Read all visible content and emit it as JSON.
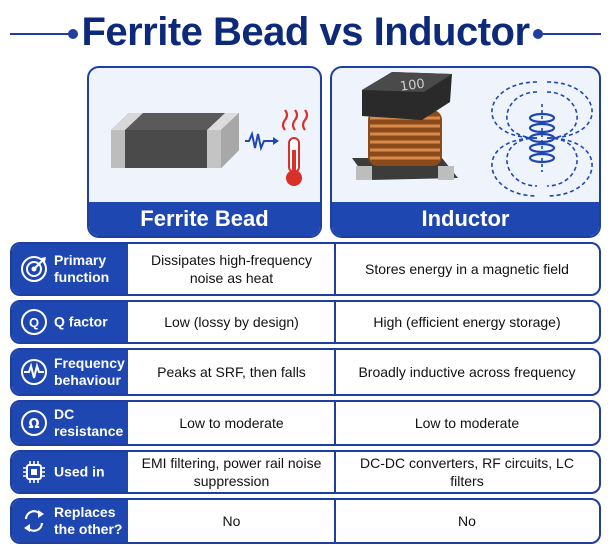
{
  "title": "Ferrite Bead vs Inductor",
  "panels": {
    "ferrite": {
      "label": "Ferrite Bead"
    },
    "inductor": {
      "label": "Inductor",
      "marking": "100"
    }
  },
  "rows": [
    {
      "label": "Primary function",
      "icon": "target-icon",
      "ferrite": "Dissipates high-frequency noise as heat",
      "inductor": "Stores energy in a magnetic field"
    },
    {
      "label": "Q factor",
      "icon": "q-icon",
      "ferrite": "Low (lossy by design)",
      "inductor": "High (efficient energy storage)"
    },
    {
      "label": "Frequency behaviour",
      "icon": "waveform-icon",
      "ferrite": "Peaks at SRF, then falls",
      "inductor": "Broadly inductive across frequency"
    },
    {
      "label": "DC resistance",
      "icon": "ohm-icon",
      "ferrite": "Low to moderate",
      "inductor": "Low to moderate"
    },
    {
      "label": "Used in",
      "icon": "chip-icon",
      "ferrite": "EMI filtering, power rail noise suppression",
      "inductor": "DC-DC converters, RF circuits, LC filters"
    },
    {
      "label": "Replaces the other?",
      "icon": "swap-icon",
      "ferrite": "No",
      "inductor": "No"
    }
  ],
  "colors": {
    "brand_dark": "#0d2a7a",
    "brand": "#1f47b2",
    "copper": "#b8652a"
  }
}
